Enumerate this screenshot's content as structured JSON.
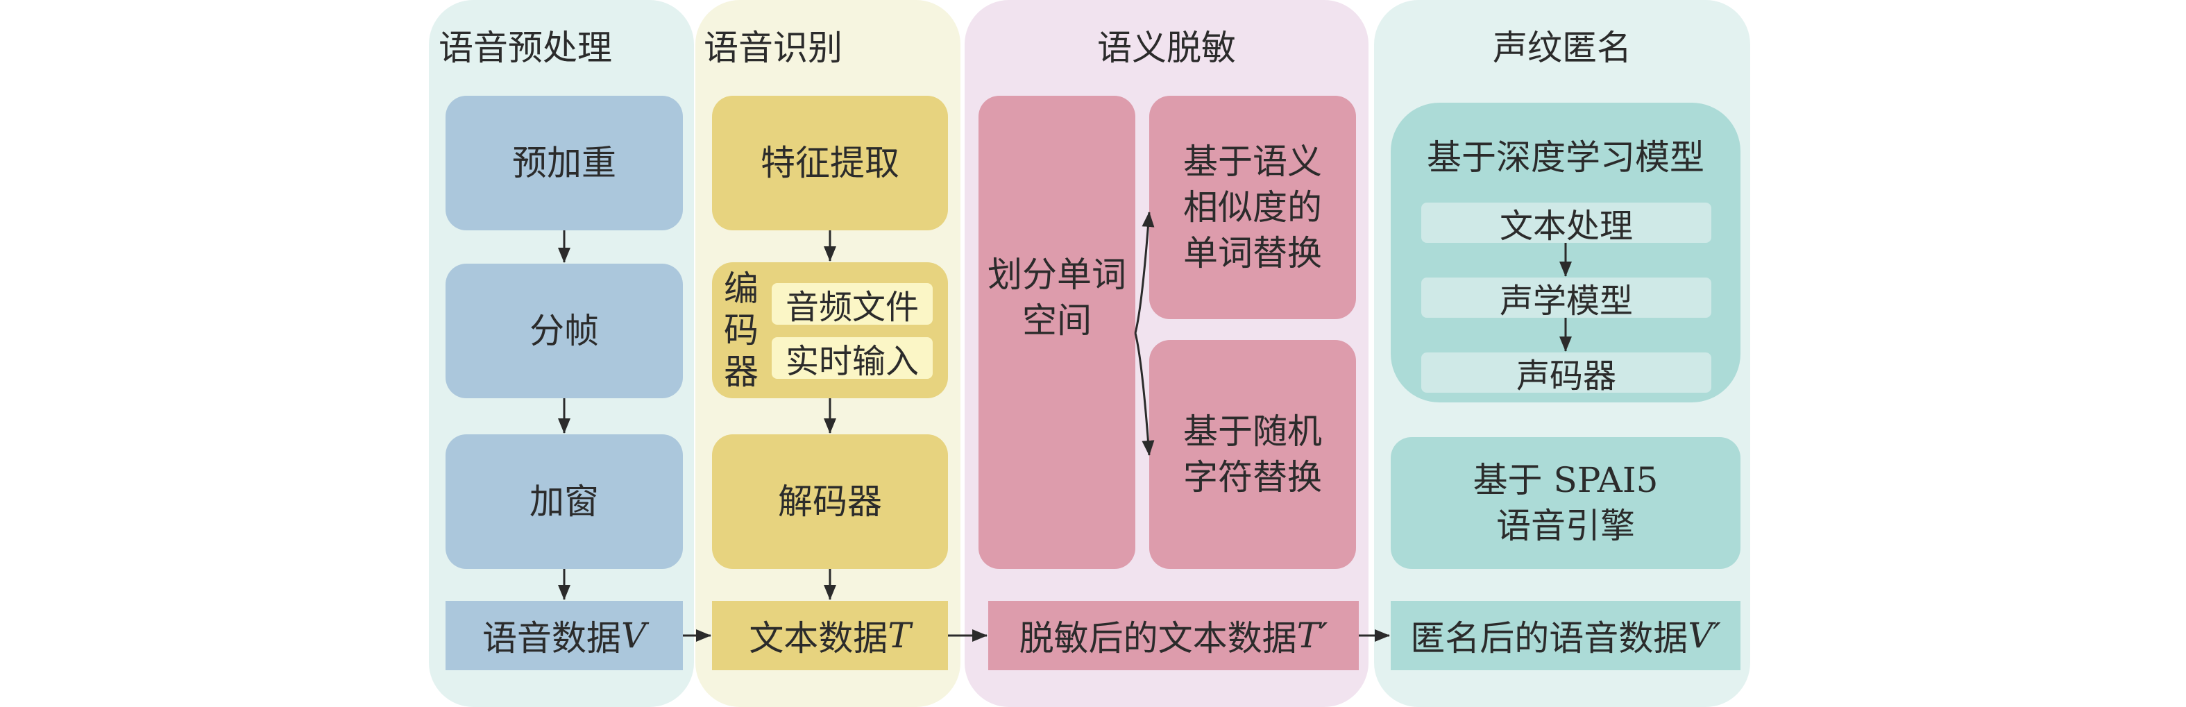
{
  "colors": {
    "col1_bg": "#e3f2f0",
    "col2_bg": "#f6f5e0",
    "col3_bg": "#f1e3ef",
    "col4_bg": "#e3f2f0",
    "blue": "#abc7dc",
    "yellow": "#e7d37f",
    "pink": "#dd9cac",
    "teal": "#acdbd7",
    "teal_inner": "#cfe9e7",
    "tag_bg": "#fbf6c6",
    "arrow": "#2b2b2b"
  },
  "preprocess": {
    "title": "语音预处理",
    "steps": [
      "预加重",
      "分帧",
      "加窗"
    ],
    "output": {
      "text": "语音数据",
      "var": "V"
    }
  },
  "recognition": {
    "title": "语音识别",
    "feature": "特征提取",
    "encoder_label": [
      "编",
      "码",
      "器"
    ],
    "encoder_items": [
      "音频文件",
      "实时输入"
    ],
    "decoder": "解码器",
    "output": {
      "text": "文本数据",
      "var": "T"
    }
  },
  "desensitize": {
    "title": "语义脱敏",
    "split": "划分单词\n空间",
    "semantic_replace": "基于语义\n相似度的\n单词替换",
    "random_replace": "基于随机\n字符替换",
    "output": {
      "text": "脱敏后的文本数据",
      "var": "T′"
    }
  },
  "anonymize": {
    "title": "声纹匿名",
    "dl_model": {
      "title": "基于深度学习模型",
      "steps": [
        "文本处理",
        "声学模型",
        "声码器"
      ]
    },
    "spai5": "基于 SPAI5\n语音引擎",
    "output": {
      "text": "匿名后的语音数据",
      "var": "V′"
    }
  }
}
